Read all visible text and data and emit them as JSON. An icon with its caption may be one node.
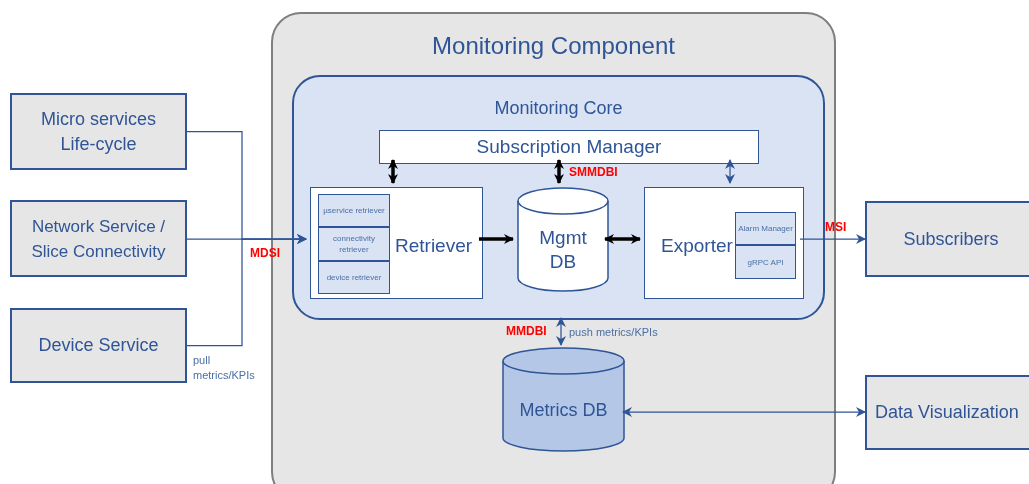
{
  "diagram": {
    "nodes": [
      {
        "text": [
          "Monitoring Component"
        ]
      },
      {
        "text": [
          "Monitoring Core"
        ],
        "in": 0
      },
      {
        "text": [
          "Subscription Manager"
        ],
        "in": 1
      },
      {
        "text": [
          "Retriever"
        ],
        "in": 1
      },
      {
        "text": [
          "µservice retriever"
        ],
        "in": 3
      },
      {
        "text": [
          "connectivity retriever"
        ],
        "in": 3
      },
      {
        "text": [
          "device retriever"
        ],
        "in": 3
      },
      {
        "text": [
          "Mgmt DB"
        ],
        "in": 1
      },
      {
        "text": [
          "Exporter"
        ],
        "in": 1
      },
      {
        "text": [
          "Alarm Manager"
        ],
        "in": 8
      },
      {
        "text": [
          "gRPC API"
        ],
        "in": 8
      },
      {
        "text": [
          "Metrics DB"
        ],
        "in": 0
      },
      {
        "text": [
          "Micro services Life-cycle"
        ]
      },
      {
        "text": [
          "Network Service / Slice Connectivity"
        ]
      },
      {
        "text": [
          "Device Service"
        ]
      },
      {
        "text": [
          "Subscribers"
        ]
      },
      {
        "text": [
          "Data Visualization"
        ]
      }
    ],
    "edges": [
      {
        "from": 12,
        "to": 3,
        "arrow": "to"
      },
      {
        "from": 13,
        "to": 3,
        "arrow": "to",
        "label": "MDSI"
      },
      {
        "from": 14,
        "to": 3,
        "arrow": "to"
      },
      {
        "from": 2,
        "to": 3,
        "arrow": "both",
        "style": "thick",
        "color": "#000000"
      },
      {
        "from": 2,
        "to": 7,
        "arrow": "both",
        "style": "thick",
        "color": "#000000",
        "label": "SMMDBI"
      },
      {
        "from": 2,
        "to": 8,
        "arrow": "both"
      },
      {
        "from": 3,
        "to": 7,
        "arrow": "to",
        "style": "thick",
        "color": "#000000"
      },
      {
        "from": 7,
        "to": 8,
        "arrow": "both",
        "style": "thick",
        "color": "#000000"
      },
      {
        "from": 8,
        "to": 15,
        "arrow": "to",
        "label": "MSI"
      },
      {
        "from": 1,
        "to": 11,
        "arrow": "both",
        "label": "MMDBI"
      },
      {
        "from": 11,
        "to": 16,
        "arrow": "both"
      }
    ],
    "labels": [
      "pull metrics/KPIs",
      "push metrics/KPIs"
    ]
  }
}
